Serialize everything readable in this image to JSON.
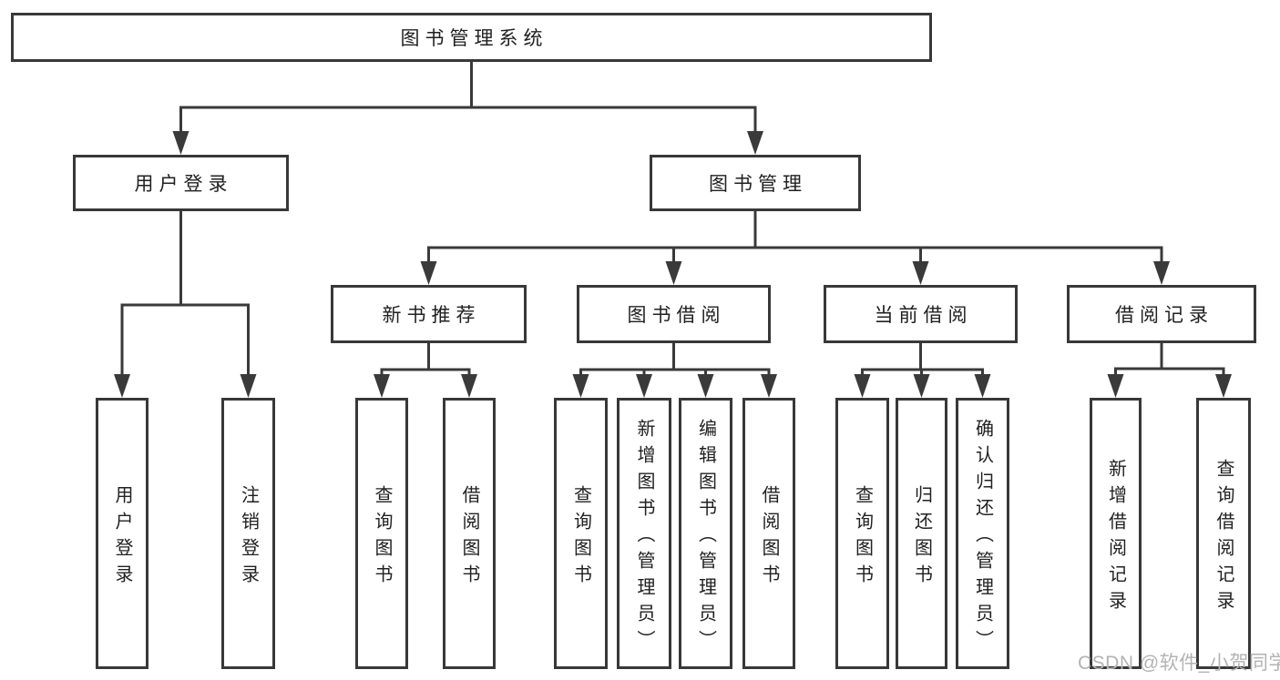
{
  "diagram": {
    "title": "图书管理系统",
    "nodes": [
      {
        "id": "root",
        "label": "图书管理系统",
        "level": 1,
        "parent": null
      },
      {
        "id": "login",
        "label": "用户登录",
        "level": 2,
        "parent": "root"
      },
      {
        "id": "mgmt",
        "label": "图书管理",
        "level": 2,
        "parent": "root"
      },
      {
        "id": "rec",
        "label": "新书推荐",
        "level": 3,
        "parent": "mgmt"
      },
      {
        "id": "borrow",
        "label": "图书借阅",
        "level": 3,
        "parent": "mgmt"
      },
      {
        "id": "current",
        "label": "当前借阅",
        "level": 3,
        "parent": "mgmt"
      },
      {
        "id": "record",
        "label": "借阅记录",
        "level": 3,
        "parent": "mgmt"
      },
      {
        "id": "u1",
        "label": "用户登录",
        "level": 4,
        "parent": "login"
      },
      {
        "id": "u2",
        "label": "注销登录",
        "level": 4,
        "parent": "login"
      },
      {
        "id": "r1",
        "label": "查询图书",
        "level": 4,
        "parent": "rec"
      },
      {
        "id": "r2",
        "label": "借阅图书",
        "level": 4,
        "parent": "rec"
      },
      {
        "id": "b1",
        "label": "查询图书",
        "level": 4,
        "parent": "borrow"
      },
      {
        "id": "b2",
        "label": "新增图书（管理员）",
        "level": 4,
        "parent": "borrow"
      },
      {
        "id": "b3",
        "label": "编辑图书（管理员）",
        "level": 4,
        "parent": "borrow"
      },
      {
        "id": "b4",
        "label": "借阅图书",
        "level": 4,
        "parent": "borrow"
      },
      {
        "id": "c1",
        "label": "查询图书",
        "level": 4,
        "parent": "current"
      },
      {
        "id": "c2",
        "label": "归还图书",
        "level": 4,
        "parent": "current"
      },
      {
        "id": "c3",
        "label": "确认归还（管理员）",
        "level": 4,
        "parent": "current"
      },
      {
        "id": "d1",
        "label": "新增借阅记录",
        "level": 4,
        "parent": "record"
      },
      {
        "id": "d2",
        "label": "查询借阅记录",
        "level": 4,
        "parent": "record"
      }
    ]
  },
  "watermark": {
    "text": "CSDN @软件_小贺同学"
  },
  "colors": {
    "line": "#3a3a3a",
    "box_border": "#383838",
    "box_bg": "#ffffff",
    "text": "#212121",
    "watermark": "#b3b3b3"
  }
}
